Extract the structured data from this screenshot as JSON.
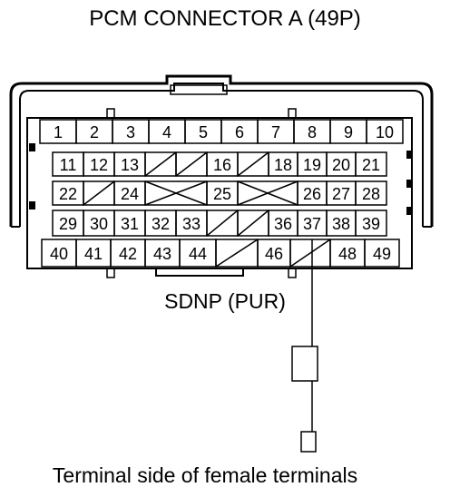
{
  "title": "PCM CONNECTOR A (49P)",
  "signal_label": "SDNP (PUR)",
  "caption": "Terminal side of female terminals",
  "rows": [
    [
      "1",
      "2",
      "3",
      "4",
      "5",
      "6",
      "7",
      "8",
      "9",
      "10"
    ],
    [
      "11",
      "12",
      "13",
      "",
      "",
      "16",
      "",
      "18",
      "19",
      "20",
      "21"
    ],
    [
      "22",
      "",
      "24",
      "",
      "",
      "25",
      "",
      "",
      "26",
      "27",
      "28"
    ],
    [
      "29",
      "30",
      "31",
      "32",
      "33",
      "",
      "",
      "36",
      "37",
      "38",
      "39"
    ],
    [
      "40",
      "41",
      "42",
      "43",
      "44",
      "",
      "46",
      "",
      "48",
      "49"
    ]
  ],
  "highlighted_terminal": "47"
}
